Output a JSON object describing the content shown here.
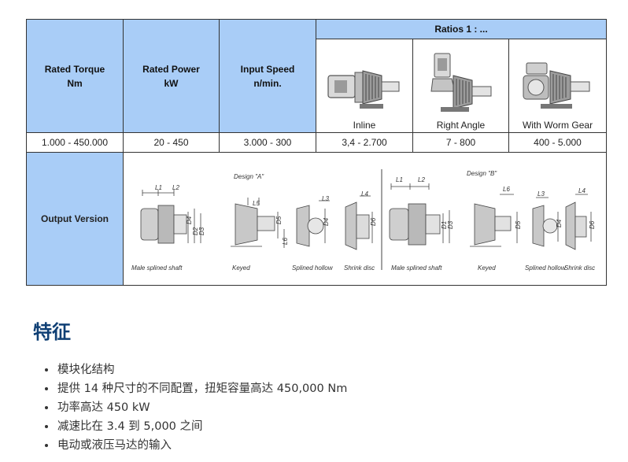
{
  "table": {
    "headers": {
      "torque": [
        "Rated Torque",
        "Nm"
      ],
      "power": [
        "Rated Power",
        "kW"
      ],
      "speed": [
        "Input Speed",
        "n/min."
      ],
      "ratios": "Ratios 1 : ..."
    },
    "configs": [
      {
        "label": "Inline",
        "icon": "inline-gear-icon"
      },
      {
        "label": "Right Angle",
        "icon": "right-angle-gear-icon"
      },
      {
        "label": "With Worm Gear",
        "icon": "worm-gear-icon"
      }
    ],
    "values": {
      "torque": "1.000 - 450.000",
      "power": "20 - 450",
      "speed": "3.000 - 300",
      "inline": "3,4 - 2.700",
      "right_angle": "7 - 800",
      "worm_gear": "400 - 5.000"
    },
    "output_version_label": "Output Version",
    "drawing": {
      "design_a": "Design \"A\"",
      "design_b": "Design \"B\"",
      "a_labels": [
        "Male splined shaft",
        "Keyed",
        "Splined hollow",
        "Shrink disc"
      ],
      "b_labels": [
        "Male splined shaft",
        "Keyed",
        "Splined hollow",
        "Shrink disc"
      ],
      "dims": [
        "L1",
        "L2",
        "L3",
        "L4",
        "L5",
        "L6",
        "D1",
        "D2",
        "D3",
        "D4",
        "D5",
        "D6"
      ]
    }
  },
  "features": {
    "title": "特征",
    "items": [
      "模块化结构",
      "提供 14 种尺寸的不同配置，扭矩容量高达 450,000 Nm",
      "功率高达 450 kW",
      "减速比在 3.4 到 5,000 之间",
      "电动或液压马达的输入"
    ]
  }
}
